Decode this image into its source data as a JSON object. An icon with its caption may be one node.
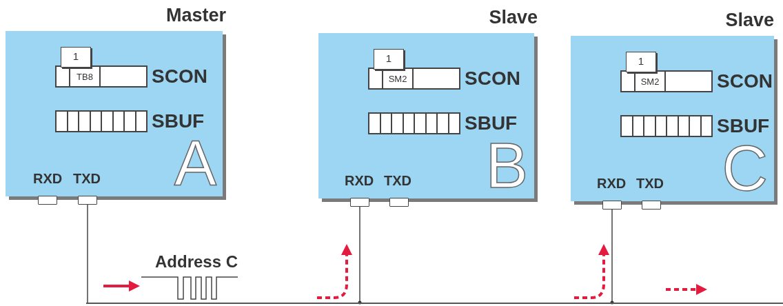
{
  "diagram": {
    "nodes": [
      {
        "text": [
          "Master",
          "A"
        ]
      },
      {
        "text": [
          "1"
        ],
        "in": 0
      },
      {
        "text": [
          "TB8"
        ],
        "in": 0,
        "beside": [
          "SCON"
        ]
      },
      {
        "text": [],
        "shape": "bar",
        "in": 0,
        "beside": [
          "SBUF"
        ]
      },
      {
        "text": [],
        "shape": "box",
        "beside": [
          "RXD"
        ]
      },
      {
        "text": [],
        "shape": "box",
        "beside": [
          "TXD"
        ]
      },
      {
        "text": [
          "Slave",
          "B"
        ]
      },
      {
        "text": [
          "1"
        ],
        "in": 6
      },
      {
        "text": [
          "SM2"
        ],
        "in": 6,
        "beside": [
          "SCON"
        ]
      },
      {
        "text": [],
        "shape": "bar",
        "in": 6,
        "beside": [
          "SBUF"
        ]
      },
      {
        "text": [],
        "shape": "box",
        "beside": [
          "RXD"
        ]
      },
      {
        "text": [],
        "shape": "box",
        "beside": [
          "TXD"
        ]
      },
      {
        "text": [
          "Slave",
          "C"
        ]
      },
      {
        "text": [
          "1"
        ],
        "in": 12
      },
      {
        "text": [
          "SM2"
        ],
        "in": 12,
        "beside": [
          "SCON"
        ]
      },
      {
        "text": [],
        "shape": "bar",
        "in": 12,
        "beside": [
          "SBUF"
        ]
      },
      {
        "text": [],
        "shape": "box",
        "beside": [
          "RXD"
        ]
      },
      {
        "text": [],
        "shape": "box",
        "beside": [
          "TXD"
        ]
      },
      {
        "text": [],
        "shape": "bar"
      }
    ],
    "edges": [
      {
        "from": 5,
        "to": 18,
        "arrow": "none"
      },
      {
        "from": 10,
        "to": 18,
        "arrow": "other"
      },
      {
        "from": 16,
        "to": 18,
        "arrow": "other"
      }
    ],
    "labels": [
      "Address C"
    ]
  }
}
